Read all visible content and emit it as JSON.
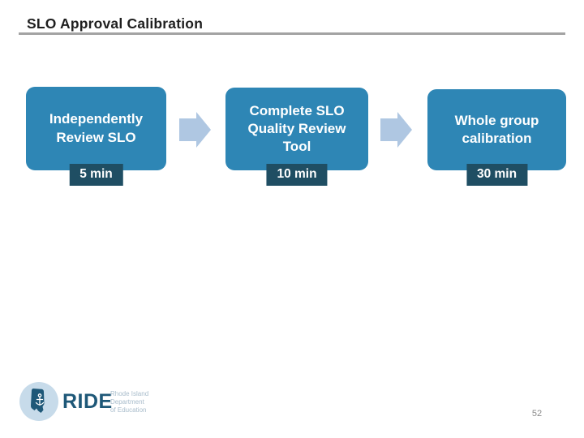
{
  "slide": {
    "title": "SLO Approval Calibration",
    "page_number": "52"
  },
  "flow": {
    "steps": [
      {
        "label": "Independently\nReview SLO",
        "duration": "5 min"
      },
      {
        "label": "Complete SLO\nQuality Review\nTool",
        "duration": "10 min"
      },
      {
        "label": "Whole group\ncalibration",
        "duration": "30 min"
      }
    ],
    "arrow_icon": "right-block-arrow"
  },
  "footer": {
    "logo": {
      "acronym": "RIDE",
      "org_lines": "Rhode Island\nDepartment\nof Education"
    }
  },
  "colors": {
    "step_fill": "#2E86B5",
    "duration_fill": "#1F4E63",
    "arrow_fill": "#AFC7E2",
    "title_text": "#1F1F1F",
    "title_rule": "#A3A3A3",
    "logo_blue": "#1E5878",
    "logo_circle": "#C7DBEA",
    "logo_subtext": "#A8BCCB",
    "page_number_text": "#8A8A8A"
  }
}
